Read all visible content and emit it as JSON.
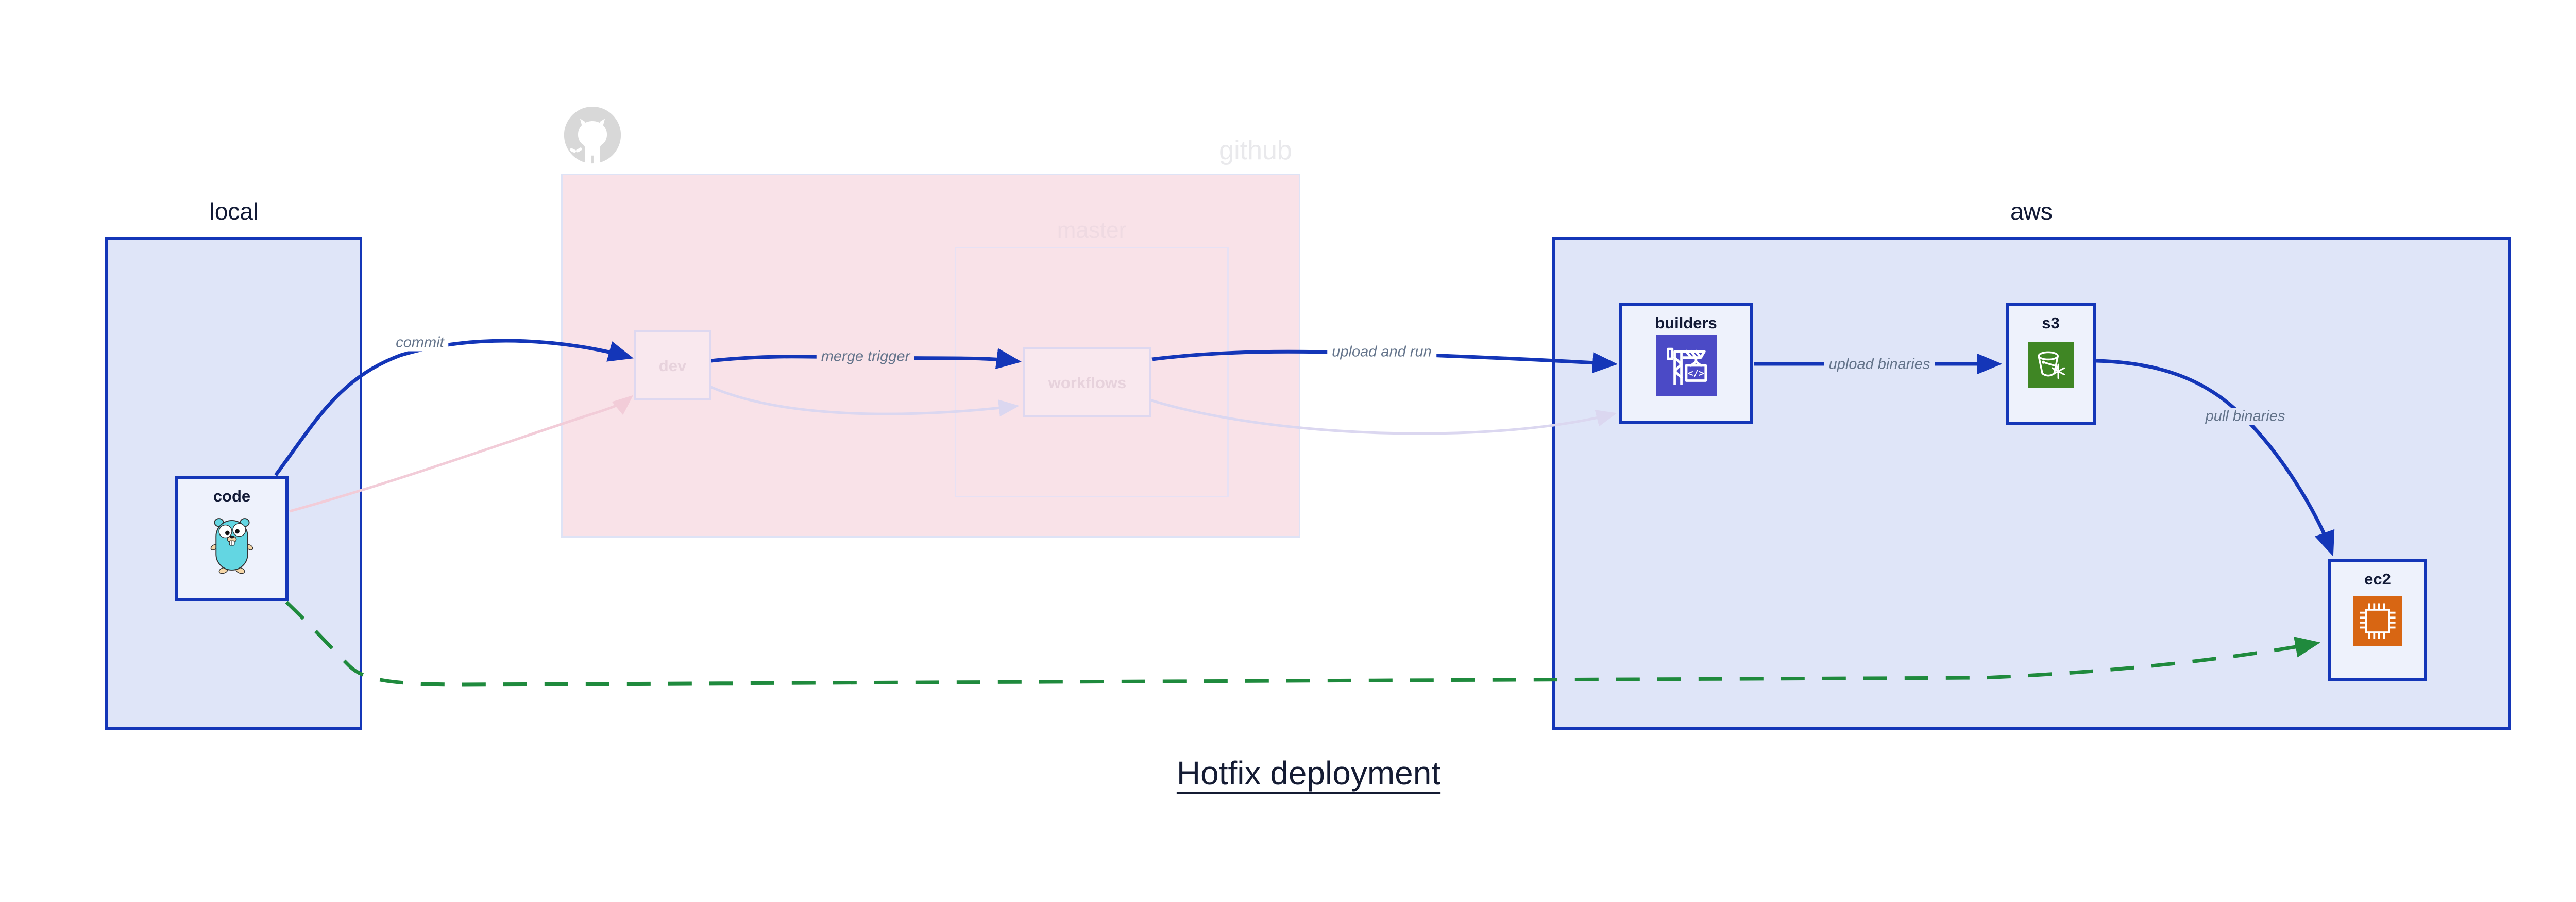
{
  "title": "Hotfix deployment",
  "groups": {
    "local": {
      "label": "local"
    },
    "github": {
      "label": "github",
      "master": {
        "label": "master"
      }
    },
    "aws": {
      "label": "aws"
    }
  },
  "nodes": {
    "code": {
      "label": "code",
      "icon": "go-gopher-icon"
    },
    "dev": {
      "label": "dev"
    },
    "workflows": {
      "label": "workflows"
    },
    "builders": {
      "label": "builders",
      "icon": "codebuild-crane-icon"
    },
    "s3": {
      "label": "s3",
      "icon": "s3-glacier-bucket-icon"
    },
    "ec2": {
      "label": "ec2",
      "icon": "ec2-chip-icon"
    }
  },
  "edges": {
    "commit": {
      "label": "commit",
      "style": "solid-blue"
    },
    "merge_trigger": {
      "label": "merge trigger",
      "style": "solid-blue"
    },
    "upload_and_run": {
      "label": "upload and run",
      "style": "solid-blue"
    },
    "upload_binaries": {
      "label": "upload binaries",
      "style": "solid-blue"
    },
    "pull_binaries": {
      "label": "pull binaries",
      "style": "solid-blue"
    },
    "hotfix_direct_code_to_ec2": {
      "style": "dashed-green"
    },
    "code_to_dev_faded": {
      "style": "faded-pink"
    },
    "dev_to_workflows_faded": {
      "style": "faded-lavender"
    },
    "workflows_to_builders_faded": {
      "style": "faded-lavender"
    }
  },
  "colors": {
    "active_blue": "#1436b8",
    "group_fill": "#dfe5f8",
    "node_fill": "#eef2fc",
    "github_region_pink": "#f9e2e8",
    "faded_lavender_border": "#ded8f0",
    "hotfix_green": "#1f8a3d",
    "codebuild_purple": "#4b4ac6",
    "s3_green": "#3f8624",
    "ec2_orange": "#d86613",
    "edge_label_gray": "#64748b",
    "ink_navy": "#141b33"
  }
}
